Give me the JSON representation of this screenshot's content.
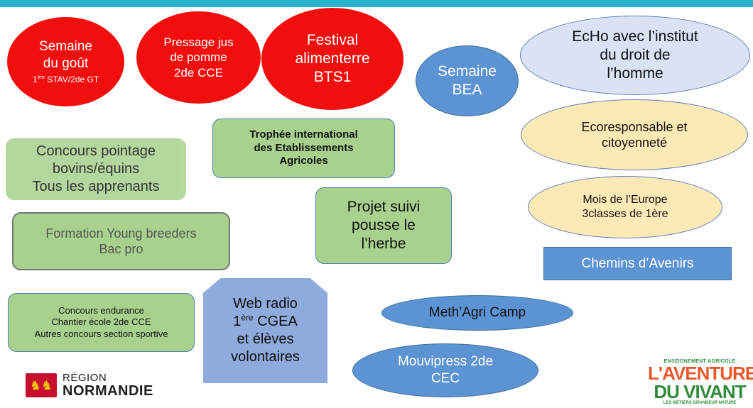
{
  "shapes": {
    "semaine_gout": {
      "line1": "Semaine",
      "line2": "du goût",
      "sup": "ère",
      "sub_rest": " STAV/2de GT",
      "sub_pre": "1"
    },
    "pressage": {
      "line1": "Pressage jus",
      "line2": "de pomme",
      "line3": "2de CCE"
    },
    "festival": {
      "line1": "Festival",
      "line2": "alimenterre",
      "line3": "BTS1"
    },
    "semaine_bea": {
      "line1": "Semaine",
      "line2": "BEA"
    },
    "echo": {
      "line1": "EcHo avec l’institut",
      "line2": "du droit de",
      "line3": "l’homme"
    },
    "ecoresponsable": {
      "line1": "Ecoresponsable et",
      "line2": "citoyenneté"
    },
    "mois_europe": {
      "line1": "Mois de l’Europe",
      "line2": "3classes de 1ère"
    },
    "trophee": {
      "line1": "Trophée international",
      "line2": "des Etablissements",
      "line3": "Agricoles"
    },
    "concours_pointage": {
      "line1": "Concours pointage",
      "line2": "bovins/équins",
      "line3": "Tous les apprenants"
    },
    "projet_herbe": {
      "line1": "Projet suivi",
      "line2": "pousse le",
      "line3": "l’herbe"
    },
    "formation_young": {
      "line1": "Formation Young breeders",
      "line2": "Bac pro"
    },
    "chemins": {
      "label": "Chemins d’Avenirs"
    },
    "concours_endurance": {
      "line1": "Concours endurance",
      "line2": "Chantier école 2de CCE",
      "line3": "Autres concours section sportive"
    },
    "web_radio": {
      "line1": "Web radio",
      "line2_pre": "1",
      "line2_sup": "ère",
      "line2_post": " CGEA",
      "line3": "et élèves",
      "line4": "volontaires"
    },
    "methagri": {
      "label": "Meth’Agri Camp"
    },
    "mouvipress": {
      "line1": "Mouvipress 2de",
      "line2": "CEC"
    }
  },
  "logos": {
    "region": {
      "line1": "RÉGION",
      "line2": "NORMANDIE"
    },
    "aventure": {
      "top": "ENSEIGNEMENT AGRICOLE",
      "line1": "L'AVENTURE",
      "line2": "DU VIVANT",
      "bottom": "LES MÉTIERS GRANDEUR NATURE"
    }
  },
  "colors": {
    "top_bar": "#29b3cf",
    "red": "#f30e0e",
    "blue": "#5b93d3",
    "lavender": "#dbe2f3",
    "cream": "#fde9b5",
    "green": "#a8d18d"
  }
}
